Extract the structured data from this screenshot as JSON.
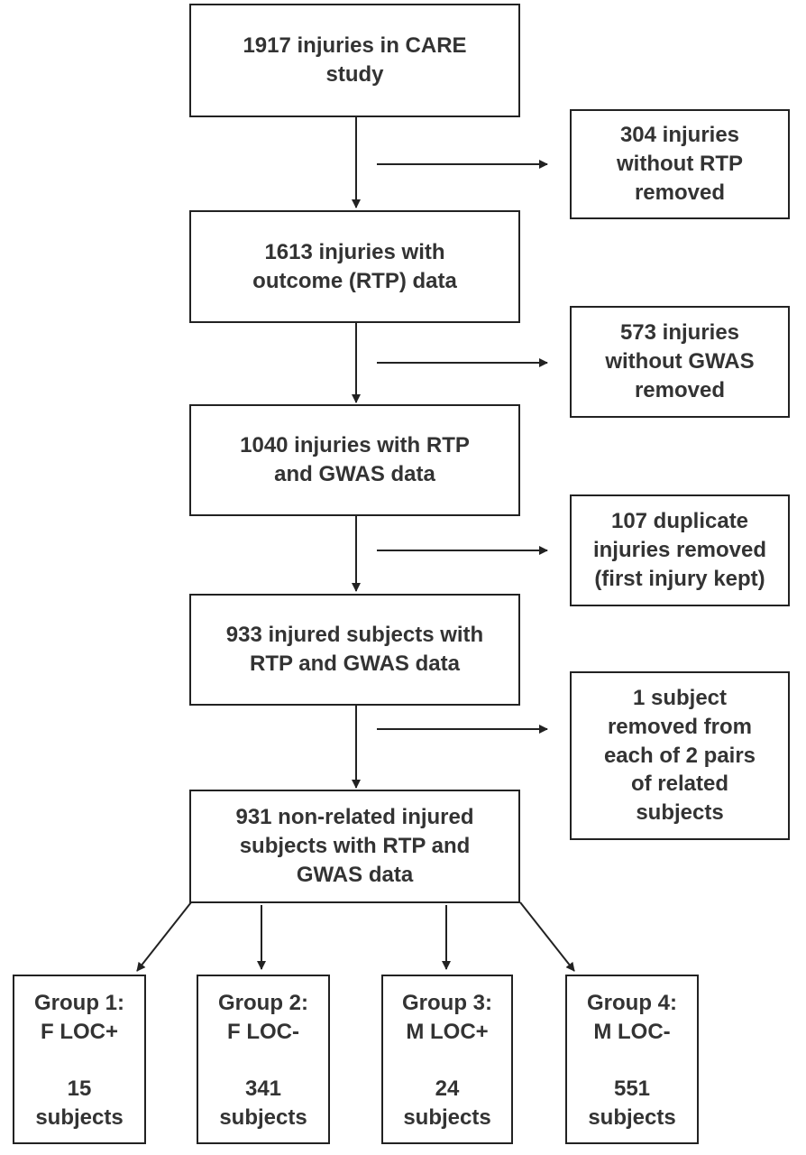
{
  "main_flow": [
    {
      "lines": [
        "1917 injuries in CARE",
        "study"
      ]
    },
    {
      "lines": [
        "1613 injuries with",
        "outcome (RTP) data"
      ]
    },
    {
      "lines": [
        "1040 injuries with RTP",
        "and GWAS data"
      ]
    },
    {
      "lines": [
        "933 injured subjects with",
        "RTP and GWAS data"
      ]
    },
    {
      "lines": [
        "931 non-related injured",
        "subjects with RTP and",
        "GWAS data"
      ]
    }
  ],
  "exclusions": [
    {
      "lines": [
        "304 injuries",
        "without RTP",
        "removed"
      ]
    },
    {
      "lines": [
        "573 injuries",
        "without GWAS",
        "removed"
      ]
    },
    {
      "lines": [
        "107 duplicate",
        "injuries removed",
        "(first injury kept)"
      ]
    },
    {
      "lines": [
        "1 subject",
        "removed from",
        "each of 2 pairs",
        "of related",
        "subjects"
      ]
    }
  ],
  "groups": [
    {
      "title": "Group 1:",
      "label": "F LOC+",
      "count": "15",
      "unit": "subjects"
    },
    {
      "title": "Group 2:",
      "label": "F LOC-",
      "count": "341",
      "unit": "subjects"
    },
    {
      "title": "Group 3:",
      "label": "M LOC+",
      "count": "24",
      "unit": "subjects"
    },
    {
      "title": "Group 4:",
      "label": "M LOC-",
      "count": "551",
      "unit": "subjects"
    }
  ],
  "colors": {
    "stroke": "#222222",
    "text": "#333333"
  }
}
